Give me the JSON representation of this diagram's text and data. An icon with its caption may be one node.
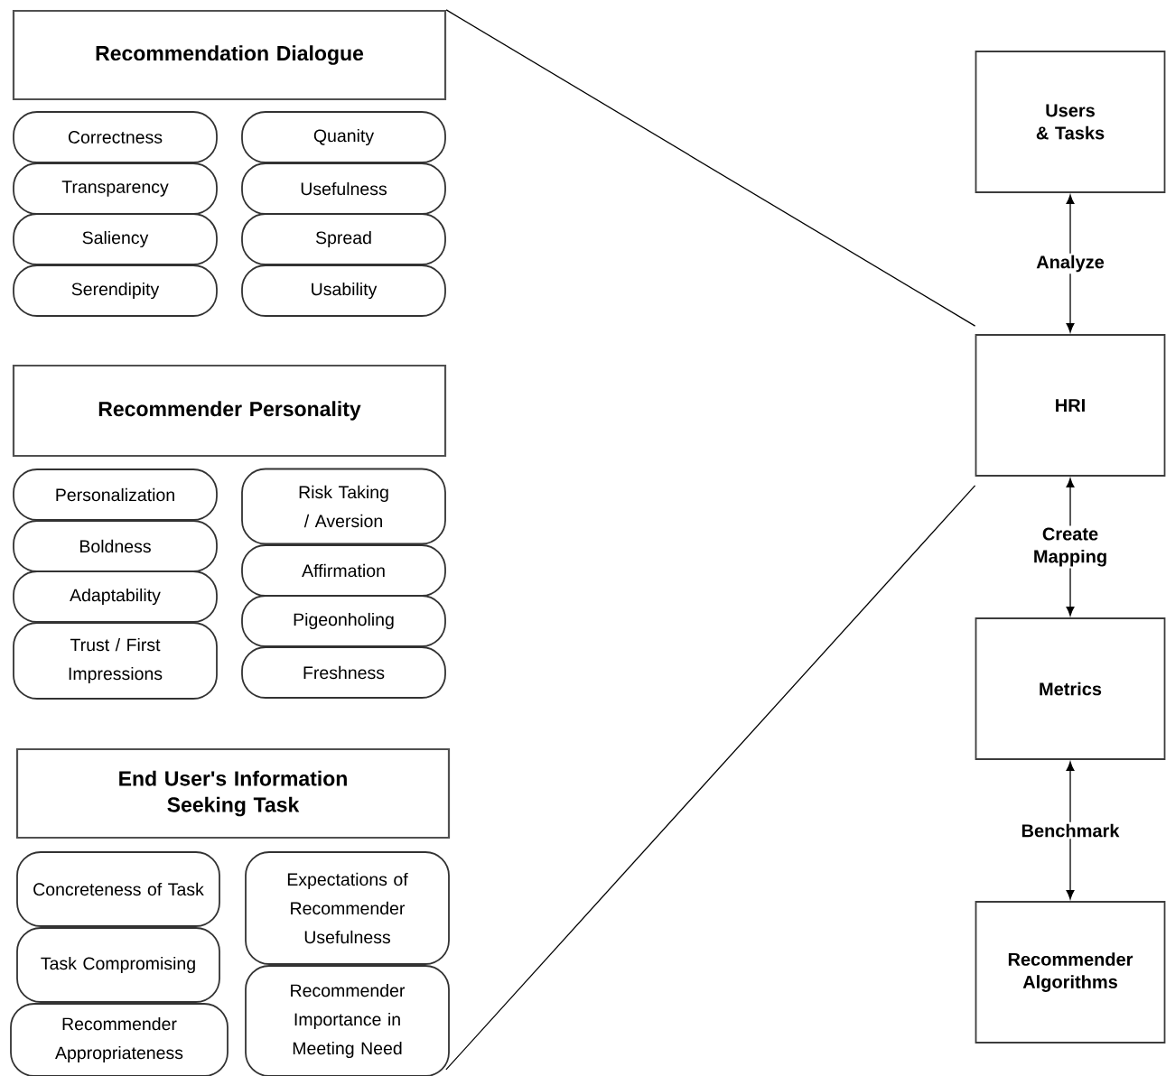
{
  "diagram": {
    "nodes": [
      {
        "text": [
          "Recommendation Dialogue"
        ]
      },
      {
        "text": [
          "Correctness"
        ]
      },
      {
        "text": [
          "Quanity"
        ]
      },
      {
        "text": [
          "Transparency"
        ]
      },
      {
        "text": [
          "Usefulness"
        ]
      },
      {
        "text": [
          "Saliency"
        ]
      },
      {
        "text": [
          "Spread"
        ]
      },
      {
        "text": [
          "Serendipity"
        ]
      },
      {
        "text": [
          "Usability"
        ]
      },
      {
        "text": [
          "Recommender Personality"
        ]
      },
      {
        "text": [
          "Personalization"
        ]
      },
      {
        "text": [
          "Risk Taking / Aversion"
        ]
      },
      {
        "text": [
          "Boldness"
        ]
      },
      {
        "text": [
          "Affirmation"
        ]
      },
      {
        "text": [
          "Adaptability"
        ]
      },
      {
        "text": [
          "Pigeonholing"
        ]
      },
      {
        "text": [
          "Trust / First Impressions"
        ]
      },
      {
        "text": [
          "Freshness"
        ]
      },
      {
        "text": [
          "End User's Information Seeking Task"
        ]
      },
      {
        "text": [
          "Concreteness of Task"
        ]
      },
      {
        "text": [
          "Expectations of Recommender Usefulness"
        ]
      },
      {
        "text": [
          "Task Compromising"
        ]
      },
      {
        "text": [
          "Recommender Importance in Meeting Need"
        ]
      },
      {
        "text": [
          "Recommender Appropriateness"
        ]
      },
      {
        "text": [
          "Users & Tasks"
        ]
      },
      {
        "text": [
          "HRI"
        ]
      },
      {
        "text": [
          "Metrics"
        ]
      },
      {
        "text": [
          "Recommender Algorithms"
        ]
      }
    ],
    "edges": [
      {
        "from": 24,
        "to": 25,
        "arrow": "both",
        "label": "Analyze"
      },
      {
        "from": 25,
        "to": 26,
        "arrow": "both",
        "label": "Create Mapping"
      },
      {
        "from": 26,
        "to": 27,
        "arrow": "both",
        "label": "Benchmark"
      },
      {
        "from": 25,
        "to": 0,
        "arrow": "none"
      },
      {
        "from": 25,
        "to": 22,
        "arrow": "none"
      }
    ]
  }
}
